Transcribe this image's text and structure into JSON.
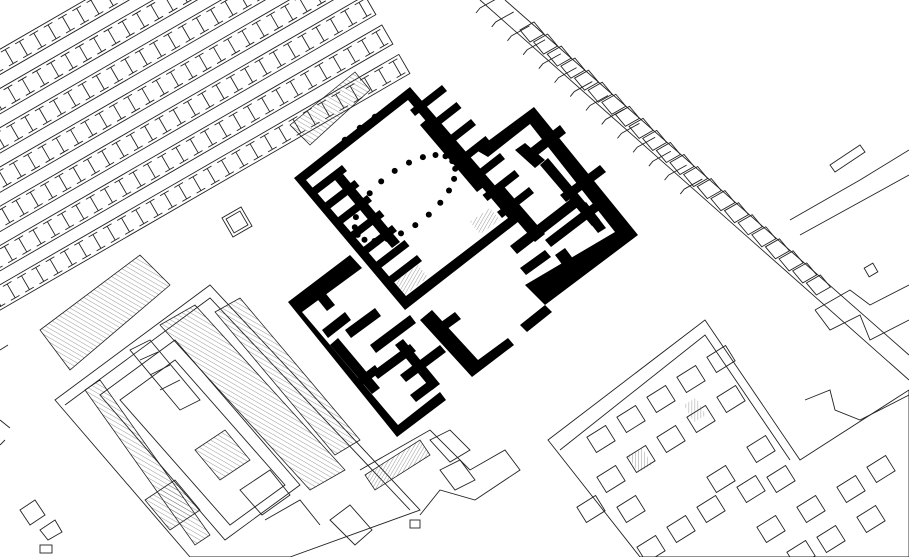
{
  "plan": {
    "background_color": "#ffffff",
    "context_line_color": "#222222",
    "primary_wall_color": "#000000",
    "highlighted_building": {
      "blocks": [
        "colonnaded-courtyard-block",
        "east-wing-block",
        "south-wing-block"
      ],
      "courtyard_colonnade_columns": 22
    }
  }
}
